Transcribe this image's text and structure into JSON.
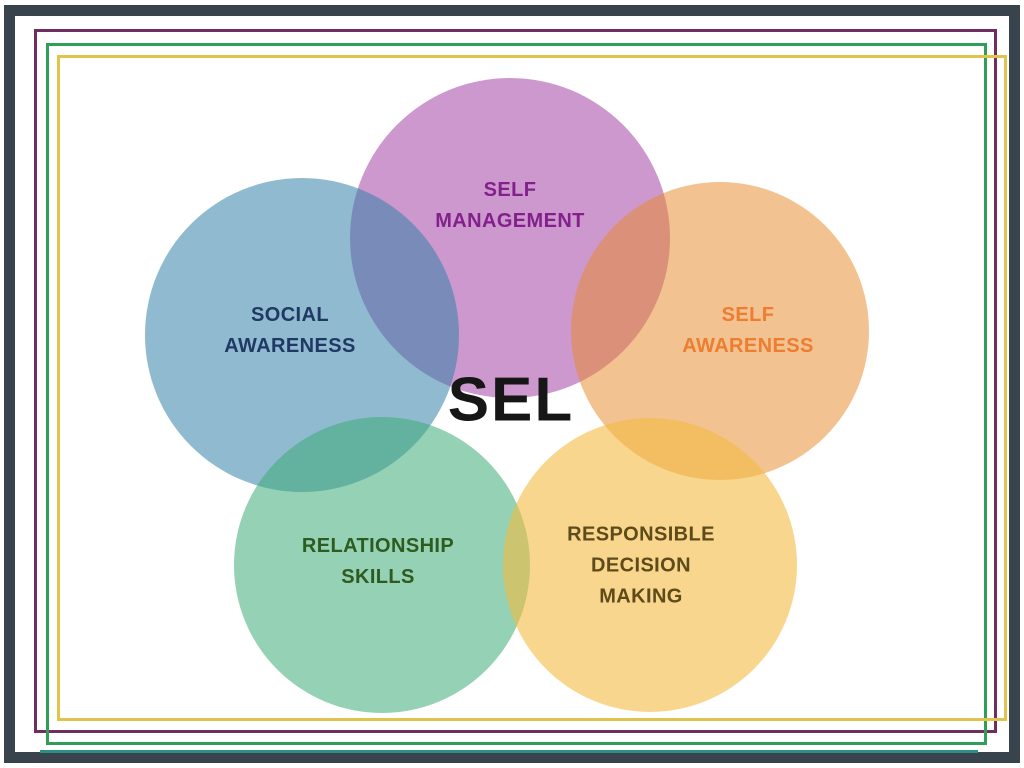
{
  "frame": {
    "outer_color": "#38434c",
    "line_purple": "#6f2d60",
    "line_green": "#2f9e57",
    "line_yellow": "#e2c44c",
    "line_teal": "#2a8f85"
  },
  "diagram": {
    "center_label": "SEL",
    "circles": [
      {
        "name": "self-management",
        "label": "SELF\nMANAGEMENT",
        "fill": "rgba(171, 84, 172, 0.60)",
        "text_color": "#82218b"
      },
      {
        "name": "social-awareness",
        "label": "SOCIAL\nAWARENESS",
        "fill": "rgba(52, 130, 170, 0.55)",
        "text_color": "#1f3864"
      },
      {
        "name": "self-awareness",
        "label": "SELF\nAWARENESS",
        "fill": "rgba(232, 138, 44, 0.52)",
        "text_color": "#ed7d31"
      },
      {
        "name": "relationship-skills",
        "label": "RELATIONSHIP\nSKILLS",
        "fill": "rgba(62, 172, 120, 0.55)",
        "text_color": "#2e5b1f"
      },
      {
        "name": "responsible-decision-making",
        "label": "RESPONSIBLE\nDECISION\nMAKING",
        "fill": "rgba(243, 186, 66, 0.60)",
        "text_color": "#5f4a1a"
      }
    ]
  }
}
